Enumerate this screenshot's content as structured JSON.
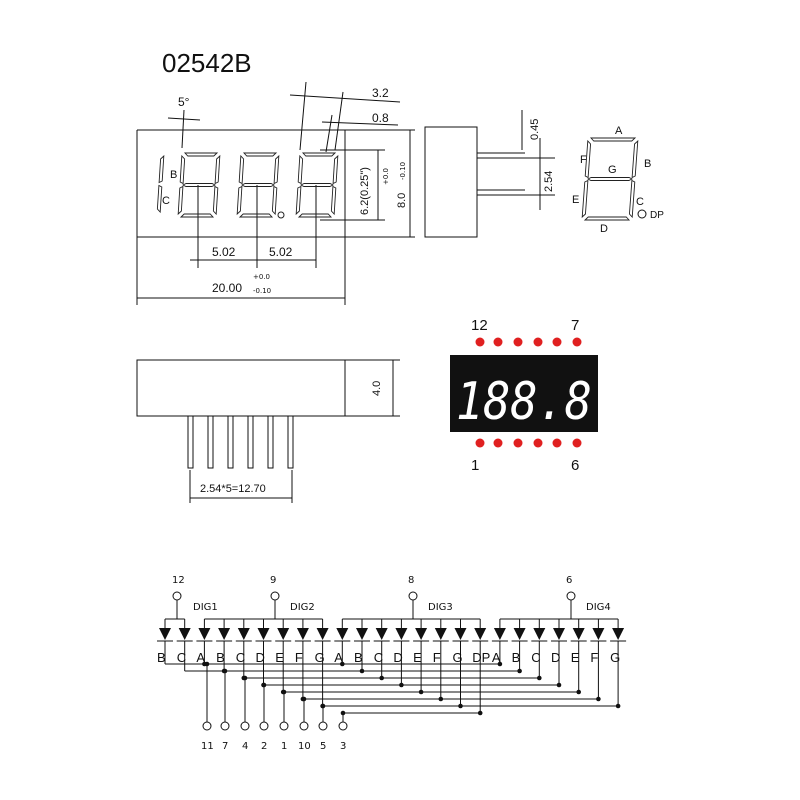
{
  "part_number": "02542B",
  "front_view": {
    "angle": "5°",
    "seg_b": "B",
    "seg_c": "C",
    "dim_3_2": "3.2",
    "dim_0_8": "0.8",
    "dim_digit_height": "6.2(0.25\")",
    "dim_height": "8.0",
    "dim_height_tol_plus": "+0.0",
    "dim_height_tol_minus": "-0.10",
    "dim_pitch_1": "5.02",
    "dim_pitch_2": "5.02",
    "dim_width": "20.00",
    "dim_width_tol_plus": "+0.0",
    "dim_width_tol_minus": "-0.10"
  },
  "side_view": {
    "dim_pin_width": "0.45",
    "dim_pin_pitch": "2.54"
  },
  "segment_map": {
    "labels": [
      "A",
      "B",
      "C",
      "D",
      "E",
      "F",
      "G"
    ],
    "dp": "DP"
  },
  "bottom_view": {
    "dim_depth": "4.0",
    "dim_pins": "2.54*5=12.70"
  },
  "display_photo": {
    "text": "188.8",
    "pin_top_left": "12",
    "pin_top_right": "7",
    "pin_bottom_left": "1",
    "pin_bottom_right": "6",
    "dot_color": "#e02020",
    "body_color": "#111111"
  },
  "schematic": {
    "digits": [
      {
        "label": "DIG1",
        "common_pin": "12",
        "segments": [
          "B",
          "C"
        ]
      },
      {
        "label": "DIG2",
        "common_pin": "9",
        "segments": [
          "A",
          "B",
          "C",
          "D",
          "E",
          "F",
          "G"
        ]
      },
      {
        "label": "DIG3",
        "common_pin": "8",
        "segments": [
          "A",
          "B",
          "C",
          "D",
          "E",
          "F",
          "G",
          "DP"
        ]
      },
      {
        "label": "DIG4",
        "common_pin": "6",
        "segments": [
          "A",
          "B",
          "C",
          "D",
          "E",
          "F",
          "G"
        ]
      }
    ],
    "segment_pins": [
      "11",
      "7",
      "4",
      "2",
      "1",
      "10",
      "5",
      "3"
    ]
  }
}
